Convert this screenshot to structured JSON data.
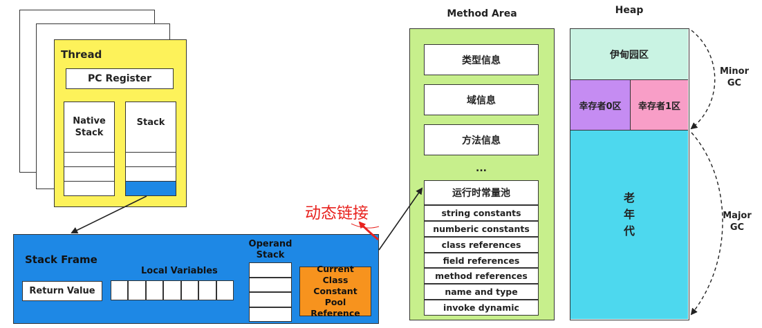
{
  "thread": {
    "title": "Thread",
    "pc_register": "PC Register",
    "native_stack": "Native Stack",
    "stack": "Stack"
  },
  "stack_frame": {
    "title": "Stack Frame",
    "return_value": "Return Value",
    "local_variables": "Local Variables",
    "operand_stack": "Operand Stack",
    "constant_pool_ref": "Current Class Constant Pool Reference"
  },
  "annotation": {
    "dynamic_linking": "动态链接",
    "color": "#e8231f"
  },
  "method_area": {
    "title": "Method Area",
    "type_info": "类型信息",
    "field_info": "域信息",
    "method_info": "方法信息",
    "ellipsis": "...",
    "runtime_constant_pool": "运行时常量池",
    "pool_items": [
      "string constants",
      "numberic constants",
      "class references",
      "field references",
      "method references",
      "name and type",
      "invoke dynamic"
    ]
  },
  "heap": {
    "title": "Heap",
    "eden": "伊甸园区",
    "survivor0": "幸存者0区",
    "survivor1": "幸存者1区",
    "old_gen": "老\n年\n代",
    "minor_gc": "Minor\nGC",
    "major_gc": "Major\nGC"
  },
  "colors": {
    "thread_yellow": "#fdf25a",
    "frame_blue": "#1e88e5",
    "orange": "#f7931e",
    "method_green": "#c7ef8c",
    "eden": "#c9f3e3",
    "survivor0": "#c58cf2",
    "survivor1": "#f89ec7",
    "old_gen": "#4dd8ee"
  }
}
